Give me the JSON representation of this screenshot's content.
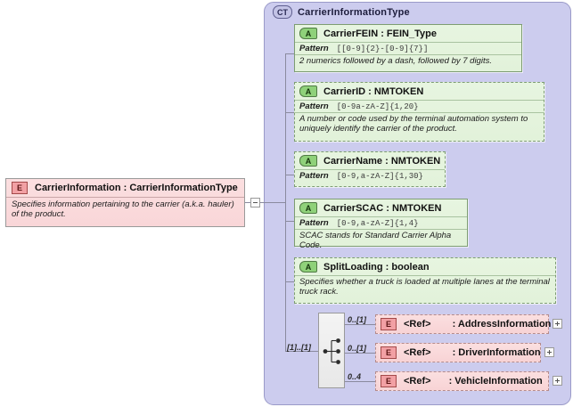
{
  "diagram": {
    "kind": "xsd-schema-diagram",
    "root_element": {
      "badge": "E",
      "name": "CarrierInformation : CarrierInformationType",
      "annotation": "Specifies information pertaining to the carrier (a.k.a. hauler) of the product.",
      "expander": "minus"
    },
    "complex_type": {
      "badge": "CT",
      "title": "CarrierInformationType"
    },
    "attributes": [
      {
        "badge": "A",
        "name": "CarrierFEIN : FEIN_Type",
        "required": true,
        "facet_key": "Pattern",
        "facet_value": "[[0-9]{2}-[0-9]{7}]",
        "annotation": "2 numerics followed by a dash, followed by 7 digits."
      },
      {
        "badge": "A",
        "name": "CarrierID : NMTOKEN",
        "required": false,
        "facet_key": "Pattern",
        "facet_value": "[0-9a-zA-Z]{1,20}",
        "annotation": "A number or code used by the terminal automation system to uniquely identify the carrier of the product."
      },
      {
        "badge": "A",
        "name": "CarrierName : NMTOKEN",
        "required": false,
        "facet_key": "Pattern",
        "facet_value": "[0-9,a-zA-Z]{1,30}",
        "annotation": ""
      },
      {
        "badge": "A",
        "name": "CarrierSCAC : NMTOKEN",
        "required": true,
        "facet_key": "Pattern",
        "facet_value": "[0-9,a-zA-Z]{1,4}",
        "annotation": "SCAC stands for Standard Carrier Alpha Code."
      },
      {
        "badge": "A",
        "name": "SplitLoading : boolean",
        "required": false,
        "facet_key": "",
        "facet_value": "",
        "annotation": "Specifies whether a truck is loaded at multiple lanes at the terminal truck rack."
      }
    ],
    "sequence": {
      "symbol": "sequence-compositor",
      "occurrence": "[1]..[1]"
    },
    "references": [
      {
        "occurrence": "0..[1]",
        "badge": "E",
        "tag": "<Ref>",
        "type": ": AddressInformation",
        "expander": "plus"
      },
      {
        "occurrence": "0..[1]",
        "badge": "E",
        "tag": "<Ref>",
        "type": ": DriverInformation",
        "expander": "plus"
      },
      {
        "occurrence": "0..4",
        "badge": "E",
        "tag": "<Ref>",
        "type": ": VehicleInformation",
        "expander": "plus"
      }
    ],
    "colors": {
      "container_bg": "#ccccee",
      "attribute_bg": "#e4f3dc",
      "element_bg": "#fbdfe0",
      "attribute_badge": "#8fd17a",
      "element_badge": "#f2a0a4",
      "connector": "#8a8a9e"
    }
  }
}
